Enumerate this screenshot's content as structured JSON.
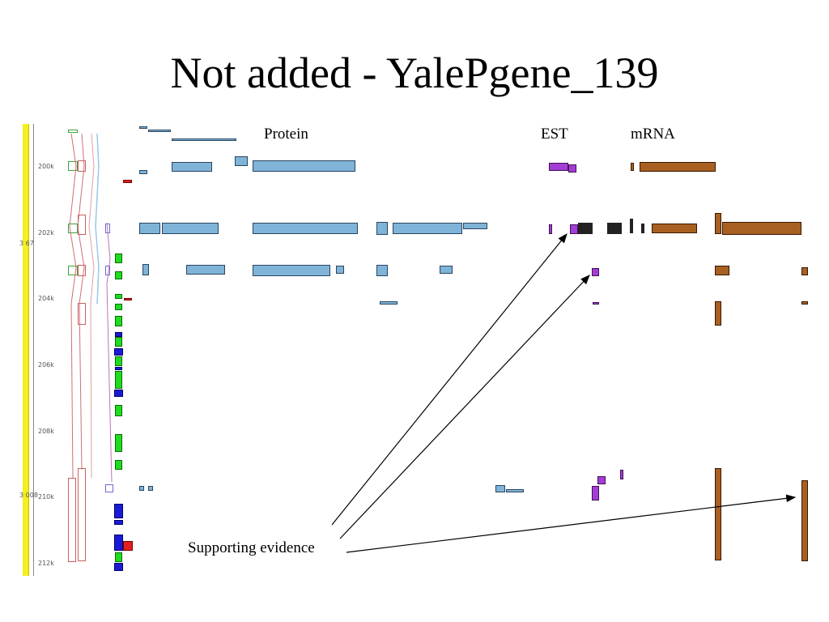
{
  "slide": {
    "title": "Not added - YalePgene_139",
    "headers": {
      "protein": "Protein",
      "est": "EST",
      "mrna": "mRNA"
    },
    "annotation": "Supporting evidence"
  },
  "ruler": {
    "ticks": [
      "200k",
      "202k",
      "204k",
      "206k",
      "208k",
      "210k",
      "212k"
    ],
    "left_marks": [
      "3 67",
      "3 008"
    ]
  },
  "colors": {
    "protein": "#7fb4d8",
    "est": "#a43dd6",
    "mrna": "#a86022",
    "exon_green": "#1fdc1f",
    "exon_blue": "#1a1ad6",
    "ruler": "#f5ef1c"
  }
}
